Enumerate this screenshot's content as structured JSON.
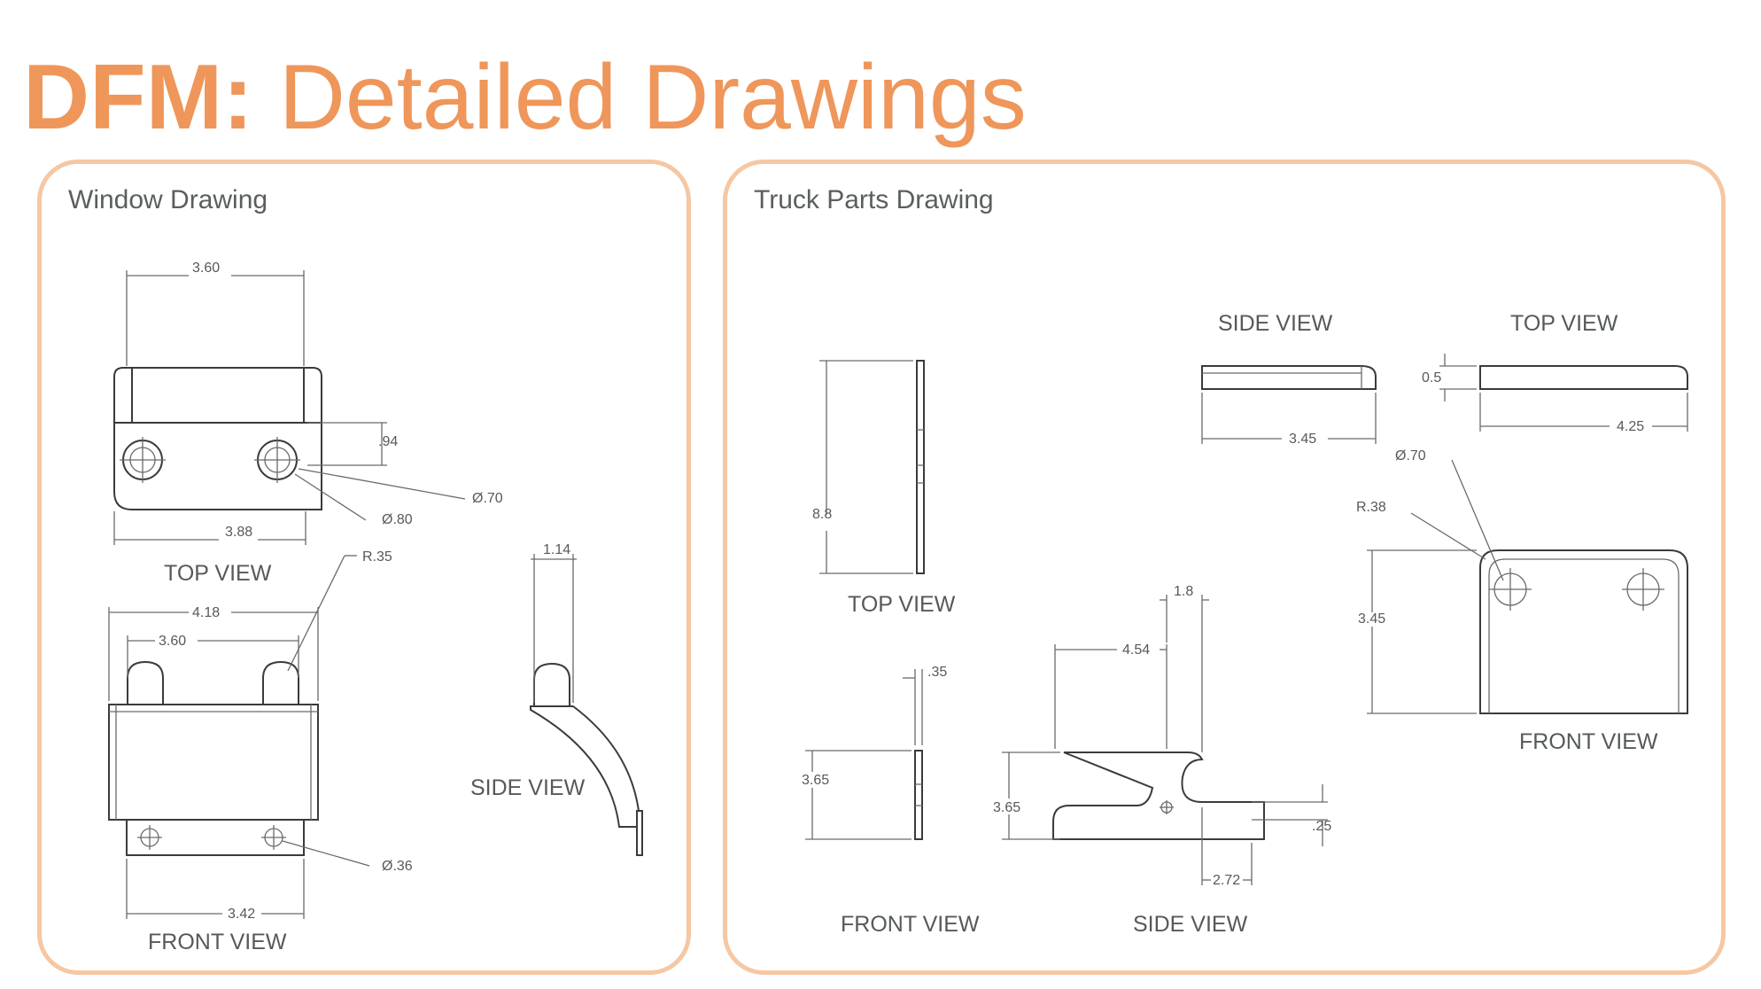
{
  "title": {
    "bold": "DFM:",
    "light": "Detailed Drawings"
  },
  "window_panel": {
    "title": "Window Drawing",
    "views": {
      "top": "TOP VIEW",
      "front": "FRONT VIEW",
      "side": "SIDE VIEW"
    },
    "dims": {
      "top_width": "3.60",
      "top_depth": ".94",
      "top_dia_large": "Ø.70",
      "top_dia_small": "Ø.80",
      "top_base": "3.88",
      "front_radius": "R.35",
      "front_overall": "4.18",
      "front_width": "3.60",
      "front_hole": "Ø.36",
      "front_base": "3.42",
      "side_thick": "1.14"
    }
  },
  "truck_panel": {
    "title": "Truck Parts Drawing",
    "views": {
      "top_left": "TOP VIEW",
      "front_left": "FRONT VIEW",
      "side_bottom": "SIDE VIEW",
      "side_top": "SIDE VIEW",
      "top_right": "TOP VIEW",
      "front_right": "FRONT VIEW"
    },
    "dims": {
      "top_height": "8.8",
      "front_thick": ".35",
      "front_height": "3.65",
      "side_width": "4.54",
      "side_tab": "1.8",
      "side_height": "3.65",
      "side_flange": ".25",
      "side_base": "2.72",
      "side_top_len": "3.45",
      "top_right_thick": "0.5",
      "top_right_len": "4.25",
      "front_right_hole": "Ø.70",
      "front_right_radius": "R.38",
      "front_right_height": "3.45"
    }
  }
}
